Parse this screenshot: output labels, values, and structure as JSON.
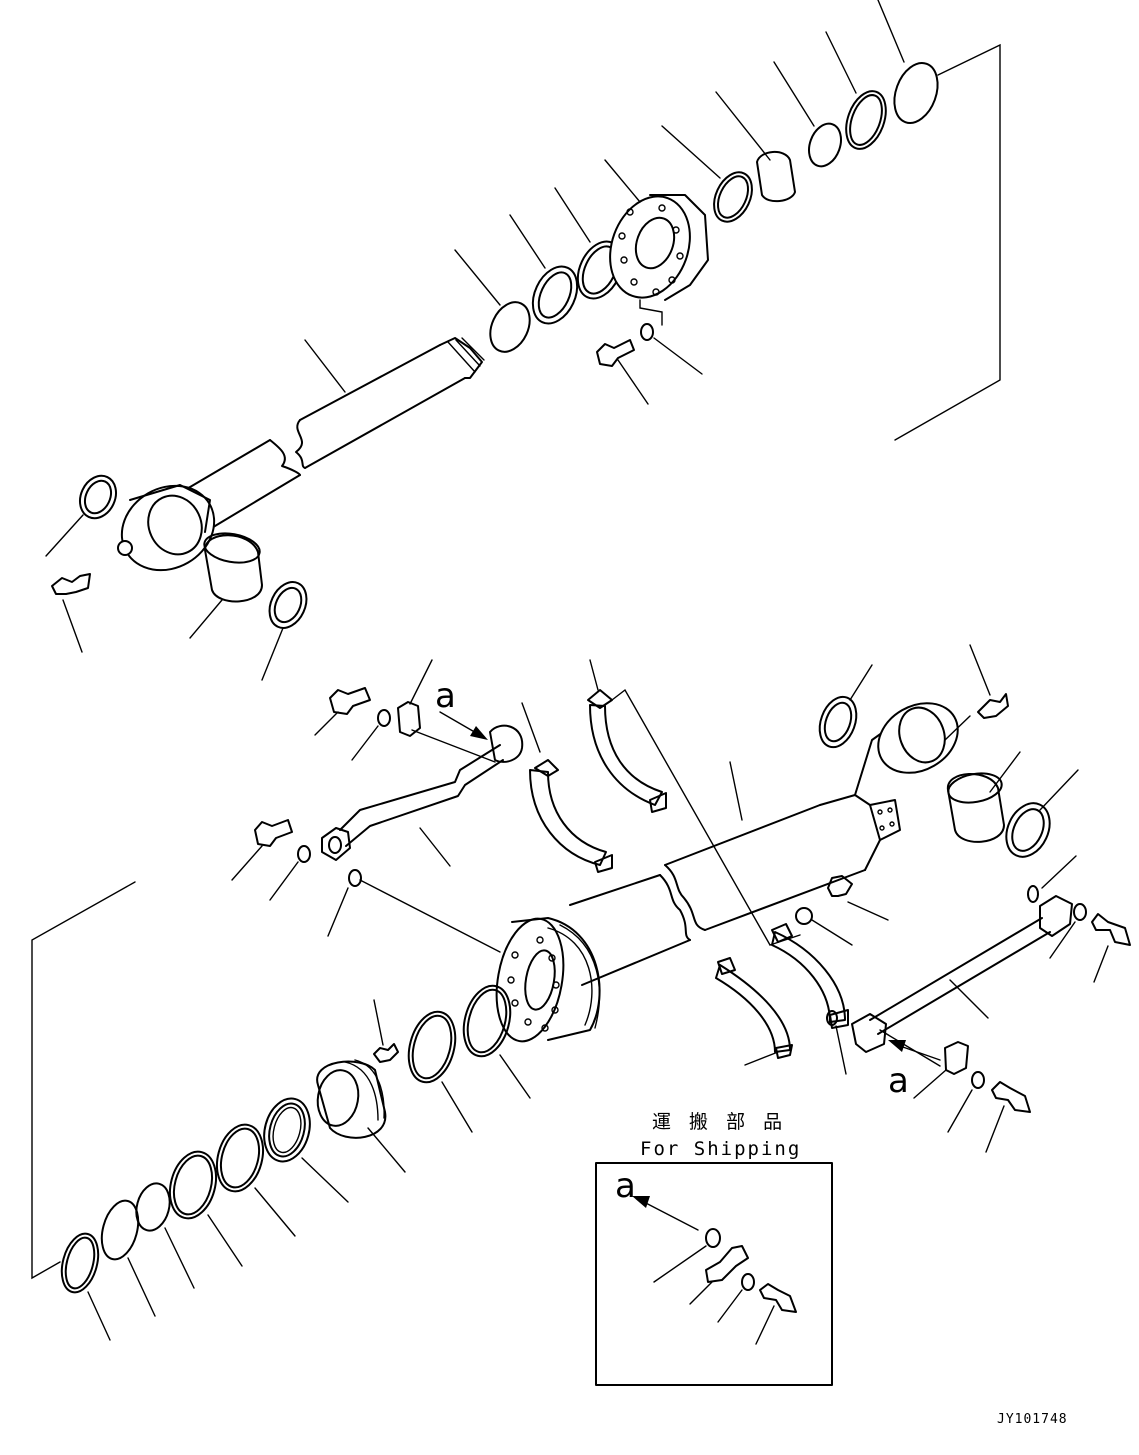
{
  "callouts": {
    "detail_marker_top": "a",
    "detail_marker_bottom": "a",
    "detail_marker_box": "a"
  },
  "shipping_box": {
    "title_jp": "運 搬 部 品",
    "title_en": "For Shipping"
  },
  "drawing_code": "JY101748"
}
